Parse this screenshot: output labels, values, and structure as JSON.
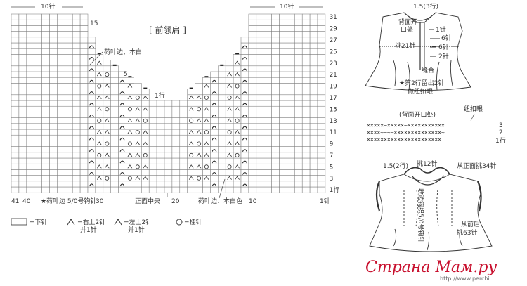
{
  "chart": {
    "title": "[ 前领肩 ]",
    "stitch_label_left": "10针",
    "stitch_label_right": "10针",
    "rows_right": [
      "31",
      "29",
      "27",
      "25",
      "23",
      "21",
      "19",
      "17",
      "15",
      "13",
      "11",
      "9",
      "7",
      "5",
      "3",
      "1行"
    ],
    "bottom_numbers": [
      "41",
      "40",
      "30",
      "20",
      "10",
      "1针"
    ],
    "bottom_caption_left": "★荷叶边 5/0号钩针",
    "bottom_caption_center": "正面中央",
    "bottom_caption_right": "荷叶边、本白色",
    "annot_ruffle": "荷叶边、本白",
    "annot_15": "15",
    "annot_5": "5",
    "annot_1row": "1行"
  },
  "legend": {
    "knit": "=下针",
    "right_dec": "=右上2针",
    "right_dec2": "并1针",
    "left_dec": "=左上2针",
    "left_dec2": "并1针",
    "yo": "=挂针"
  },
  "top_right": {
    "l1": "1.5(3行)",
    "l2": "背面开",
    "l3": "口处",
    "l4": "1针",
    "l5": "6针",
    "l6": "挑21针",
    "l7": "6针",
    "l8": "2针",
    "l9": "缝合",
    "l10": "★第2行留出2针",
    "l11": "做纽扣眼"
  },
  "buttonhole": {
    "title": "(背面开口处)",
    "label": "纽扣眼",
    "row3": "×××××~×××××~×××××××××××",
    "row2": "××××~~~~××××××××××××××~",
    "row1": "××××××××××××××××××××××",
    "n3": "3",
    "n2": "2",
    "n1": "1行"
  },
  "bottom_right": {
    "a": "1.5(2行)",
    "b": "挑12针",
    "c": "从正面挑34针",
    "d": "收边钩织5/0号钩针",
    "e": "从前后",
    "f": "挑63针"
  },
  "watermark": {
    "text": "Страна Мам.ру",
    "url": "http://www.perchi..."
  }
}
